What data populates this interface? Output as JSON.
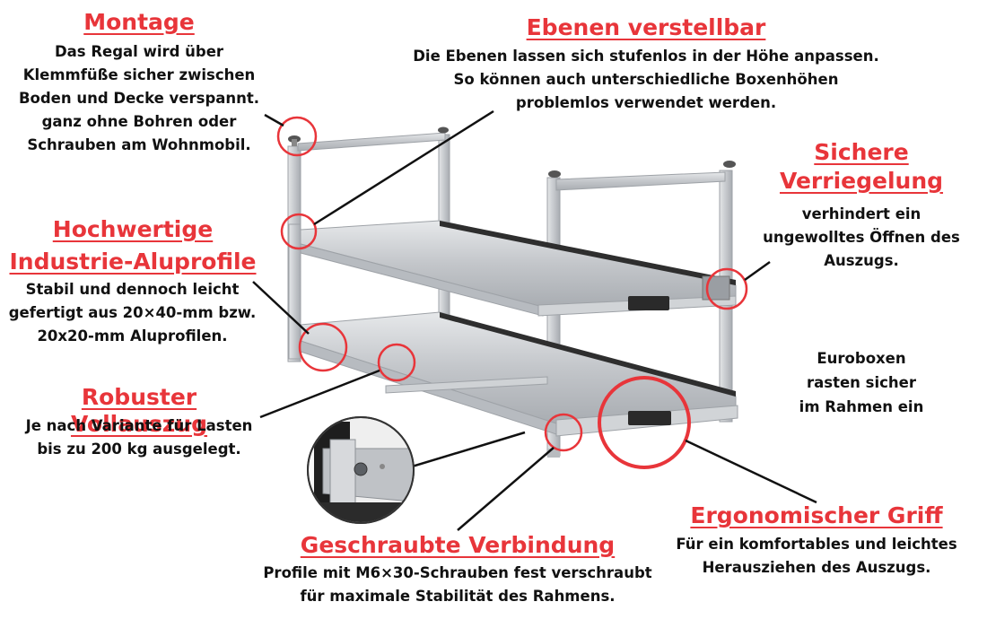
{
  "features": {
    "montage": {
      "title": "Montage",
      "desc": [
        "Das Regal wird über",
        "Klemmfüße sicher zwischen",
        "Boden und Decke verspannt.",
        "ganz ohne Bohren oder",
        "Schrauben am Wohnmobil."
      ]
    },
    "ebenen": {
      "title": "Ebenen verstellbar",
      "desc": [
        "Die Ebenen lassen sich stufenlos in der Höhe anpassen.",
        "So können auch unterschiedliche Boxenhöhen",
        "problemlos verwendet werden."
      ]
    },
    "verriegelung": {
      "title": [
        "Sichere",
        "Verriegelung"
      ],
      "desc": [
        "verhindert ein",
        "ungewolltes Öffnen des",
        "Auszugs."
      ]
    },
    "aluprofile": {
      "title": [
        "Hochwertige",
        "Industrie-Aluprofile"
      ],
      "desc": [
        "Stabil und dennoch leicht",
        "gefertigt aus 20×40-mm bzw.",
        "20x20-mm Aluprofilen."
      ]
    },
    "euroboxen": {
      "desc": [
        "Euroboxen",
        "rasten sicher",
        "im Rahmen ein"
      ]
    },
    "vollauszug": {
      "title": "Robuster Vollauszug",
      "desc": [
        "Je nach Variante für Lasten",
        "bis zu 200 kg ausgelegt."
      ]
    },
    "griff": {
      "title": "Ergonomischer Griff",
      "desc": [
        "Für ein komfortables und leichtes",
        "Herausziehen des Auszugs."
      ]
    },
    "verbindung": {
      "title": "Geschraubte Verbindung",
      "desc": [
        "Profile mit M6×30-Schrauben fest verschraubt",
        "für maximale Stabilität des Rahmens."
      ]
    }
  },
  "colors": {
    "accent": "#e8353a",
    "text": "#111111",
    "aluminium": "#c9ccd0",
    "handle": "#2a2a2a"
  }
}
